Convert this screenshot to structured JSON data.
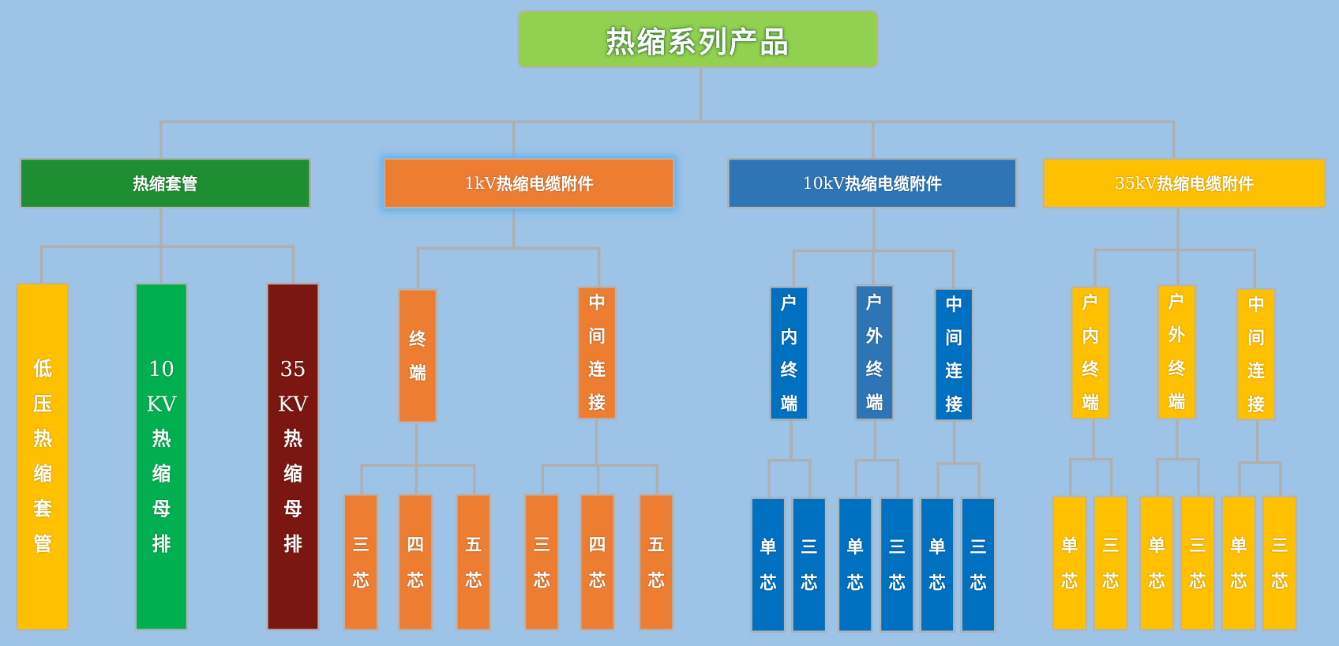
{
  "title": "热缩系列产品",
  "colors": {
    "background": "#9DC3E6",
    "root": "#92D050",
    "green": "#1E8E32",
    "orange": "#ED7D31",
    "blue": "#2E75B6",
    "blue_dark": "#0070C0",
    "yellow": "#FFC000",
    "bright_green": "#00B050",
    "dark_red": "#7B1610"
  },
  "categories": [
    {
      "label": "热缩套管",
      "children": [
        {
          "lines": [
            "低",
            "压",
            "热",
            "缩",
            "套",
            "管"
          ]
        },
        {
          "lines": [
            "10",
            "KV",
            "热",
            "缩",
            "母",
            "排"
          ]
        },
        {
          "lines": [
            "35",
            "KV",
            "热",
            "缩",
            "母",
            "排"
          ]
        }
      ]
    },
    {
      "label_num": "1kV",
      "label": "热缩电缆附件",
      "children": [
        {
          "lines": [
            "终",
            "端"
          ],
          "children": [
            {
              "lines": [
                "三",
                "芯"
              ]
            },
            {
              "lines": [
                "四",
                "芯"
              ]
            },
            {
              "lines": [
                "五",
                "芯"
              ]
            }
          ]
        },
        {
          "lines": [
            "中",
            "间",
            "连",
            "接"
          ],
          "children": [
            {
              "lines": [
                "三",
                "芯"
              ]
            },
            {
              "lines": [
                "四",
                "芯"
              ]
            },
            {
              "lines": [
                "五",
                "芯"
              ]
            }
          ]
        }
      ]
    },
    {
      "label_num": "10kV",
      "label": "热缩电缆附件",
      "children": [
        {
          "lines": [
            "户",
            "内",
            "终",
            "端"
          ],
          "children": [
            {
              "lines": [
                "单",
                "芯"
              ]
            },
            {
              "lines": [
                "三",
                "芯"
              ]
            }
          ]
        },
        {
          "lines": [
            "户",
            "外",
            "终",
            "端"
          ],
          "children": [
            {
              "lines": [
                "单",
                "芯"
              ]
            },
            {
              "lines": [
                "三",
                "芯"
              ]
            }
          ]
        },
        {
          "lines": [
            "中",
            "间",
            "连",
            "接"
          ],
          "children": [
            {
              "lines": [
                "单",
                "芯"
              ]
            },
            {
              "lines": [
                "三",
                "芯"
              ]
            }
          ]
        }
      ]
    },
    {
      "label_num": "35kV",
      "label": "热缩电缆附件",
      "children": [
        {
          "lines": [
            "户",
            "内",
            "终",
            "端"
          ],
          "children": [
            {
              "lines": [
                "单",
                "芯"
              ]
            },
            {
              "lines": [
                "三",
                "芯"
              ]
            }
          ]
        },
        {
          "lines": [
            "户",
            "外",
            "终",
            "端"
          ],
          "children": [
            {
              "lines": [
                "单",
                "芯"
              ]
            },
            {
              "lines": [
                "三",
                "芯"
              ]
            }
          ]
        },
        {
          "lines": [
            "中",
            "间",
            "连",
            "接"
          ],
          "children": [
            {
              "lines": [
                "单",
                "芯"
              ]
            },
            {
              "lines": [
                "三",
                "芯"
              ]
            }
          ]
        }
      ]
    }
  ]
}
